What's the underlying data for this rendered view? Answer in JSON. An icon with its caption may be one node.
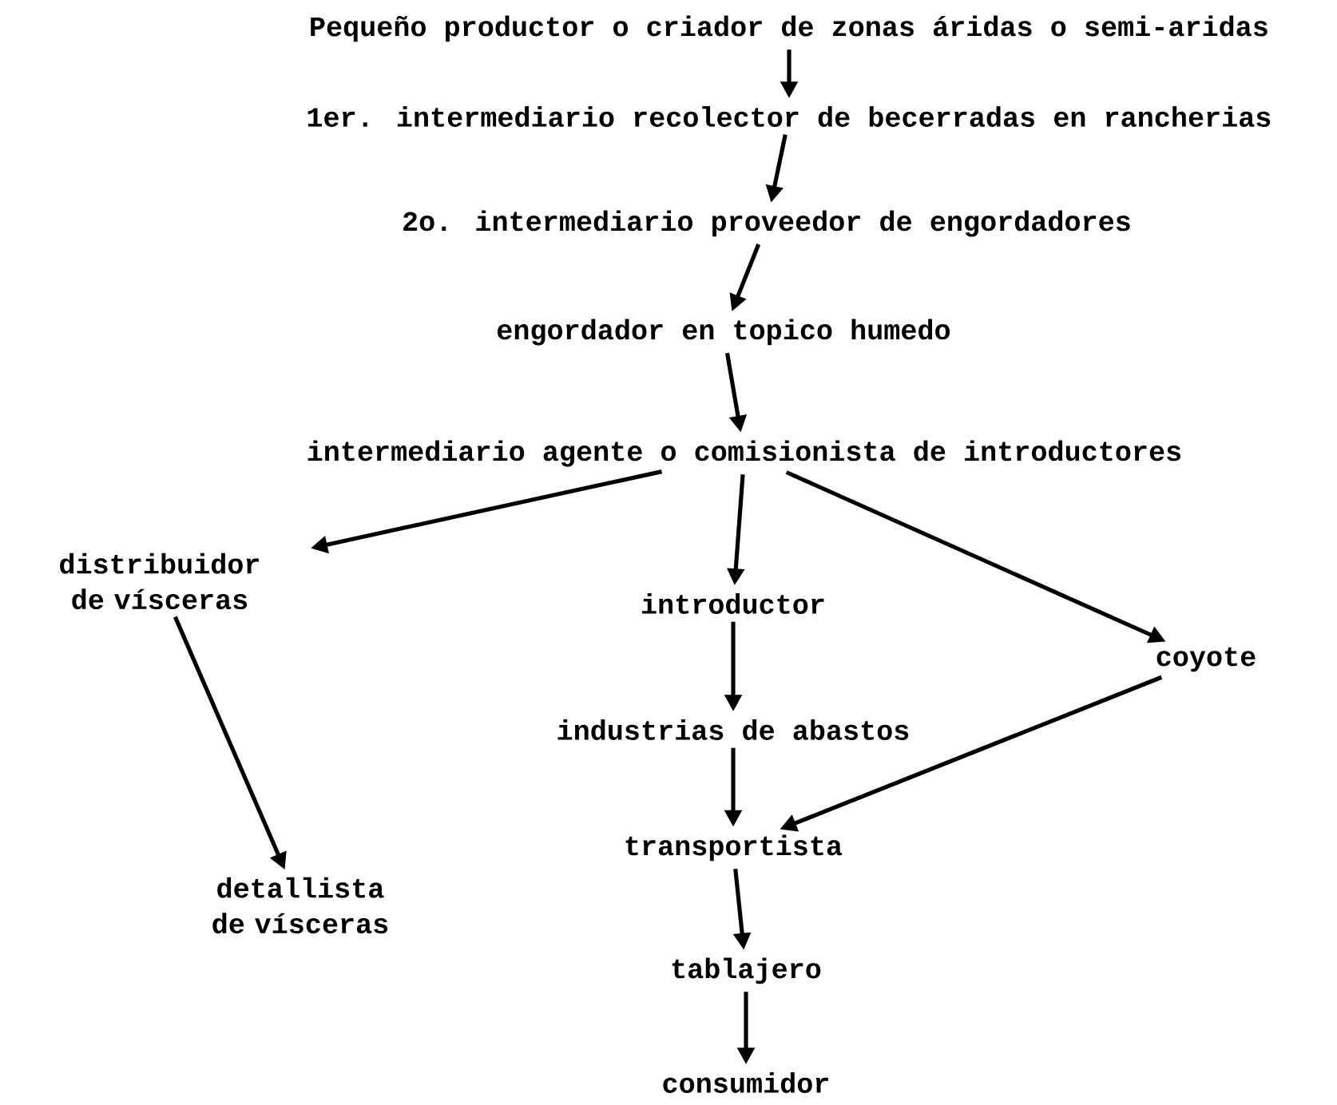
{
  "diagram": {
    "nodes": [
      {
        "text": [
          "Pequeño productor o criador de zonas áridas o semi-aridas"
        ]
      },
      {
        "text": [
          "1er. intermediario recolector de becerradas en rancherias"
        ]
      },
      {
        "text": [
          "2o. intermediario proveedor de engordadores"
        ]
      },
      {
        "text": [
          "engordador en topico humedo"
        ]
      },
      {
        "text": [
          "intermediario agente o comisionista de introductores"
        ]
      },
      {
        "text": [
          "distribuidor de vísceras"
        ]
      },
      {
        "text": [
          "introductor"
        ]
      },
      {
        "text": [
          "coyote"
        ]
      },
      {
        "text": [
          "industrias de abastos"
        ]
      },
      {
        "text": [
          "detallista de vísceras"
        ]
      },
      {
        "text": [
          "transportista"
        ]
      },
      {
        "text": [
          "tablajero"
        ]
      },
      {
        "text": [
          "consumidor"
        ]
      }
    ],
    "edges": [
      {
        "from": 0,
        "to": 1,
        "arrow": "to"
      },
      {
        "from": 1,
        "to": 2,
        "arrow": "to"
      },
      {
        "from": 2,
        "to": 3,
        "arrow": "to"
      },
      {
        "from": 3,
        "to": 4,
        "arrow": "to"
      },
      {
        "from": 4,
        "to": 5,
        "arrow": "to"
      },
      {
        "from": 4,
        "to": 6,
        "arrow": "to"
      },
      {
        "from": 4,
        "to": 7,
        "arrow": "to"
      },
      {
        "from": 5,
        "to": 9,
        "arrow": "to"
      },
      {
        "from": 6,
        "to": 8,
        "arrow": "to"
      },
      {
        "from": 8,
        "to": 10,
        "arrow": "to"
      },
      {
        "from": 7,
        "to": 10,
        "arrow": "to"
      },
      {
        "from": 10,
        "to": 11,
        "arrow": "to"
      },
      {
        "from": 11,
        "to": 12,
        "arrow": "to"
      }
    ]
  }
}
